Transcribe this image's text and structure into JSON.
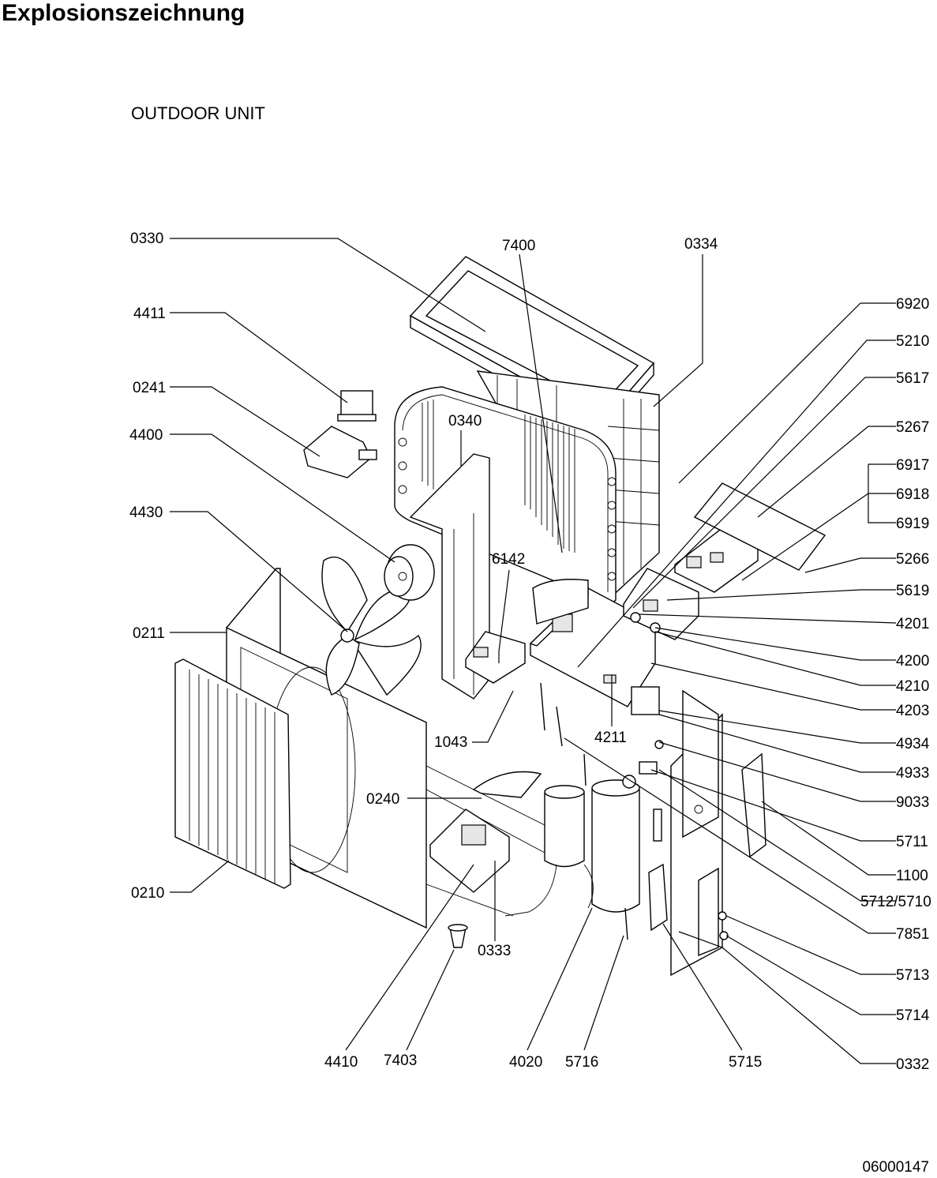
{
  "header": {
    "title": "Explosionszeichnung",
    "subtitle": "OUTDOOR UNIT"
  },
  "footer": {
    "doc_number": "06000147"
  },
  "parts": {
    "p0330": "0330",
    "p4411": "4411",
    "p0241": "0241",
    "p4400": "4400",
    "p4430": "4430",
    "p0211": "0211",
    "p0210": "0210",
    "p7400": "7400",
    "p0334": "0334",
    "p0340": "0340",
    "p6142": "6142",
    "p1043": "1043",
    "p4211": "4211",
    "p0240": "0240",
    "p0333": "0333",
    "p4410": "4410",
    "p7403": "7403",
    "p4020": "4020",
    "p5716": "5716",
    "p5715": "5715",
    "p6920": "6920",
    "p5210": "5210",
    "p5617": "5617",
    "p5267": "5267",
    "p6917": "6917",
    "p6918": "6918",
    "p6919": "6919",
    "p5266": "5266",
    "p5619": "5619",
    "p4201": "4201",
    "p4200": "4200",
    "p4210": "4210",
    "p4203": "4203",
    "p4934": "4934",
    "p4933": "4933",
    "p9033": "9033",
    "p5711": "5711",
    "p1100": "1100",
    "p5712_5710": "5712/5710",
    "p7851": "7851",
    "p5713": "5713",
    "p5714": "5714",
    "p0332": "0332"
  }
}
